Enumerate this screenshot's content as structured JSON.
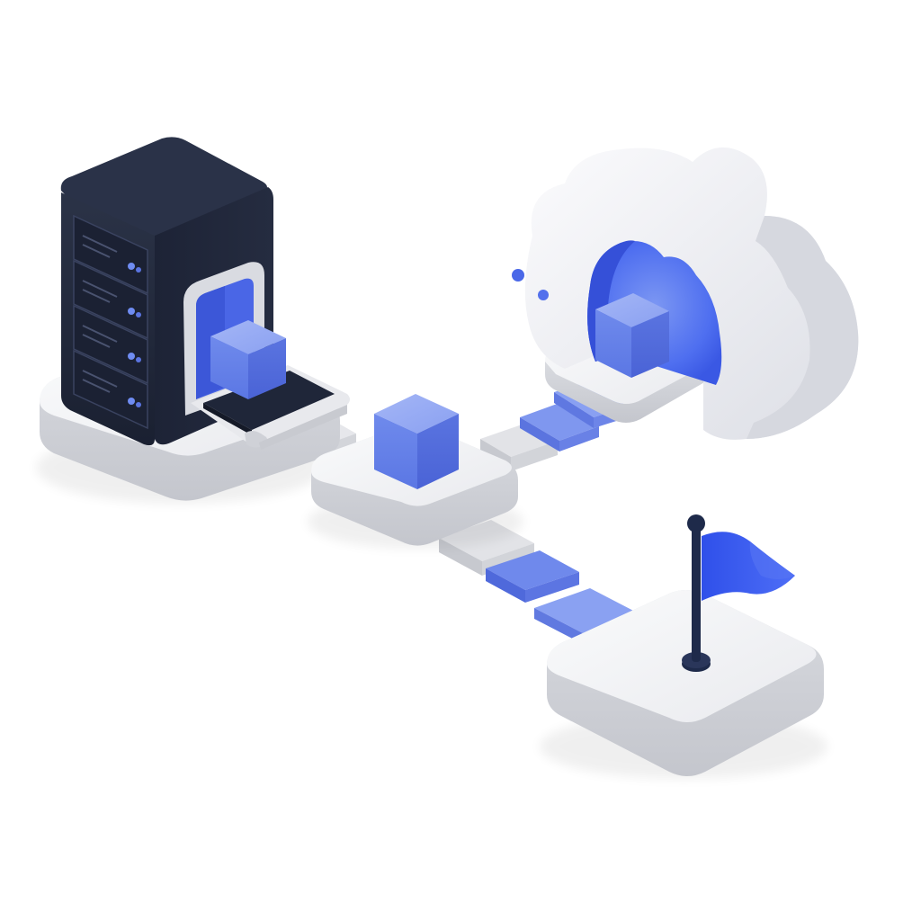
{
  "illustration": {
    "subject": "server-to-cloud-to-destination-data-pipeline",
    "background_color": "#ffffff",
    "elements": {
      "server": {
        "icon": "server-rack-icon",
        "drive_bays": 4,
        "status_lights": 4
      },
      "conveyor": {
        "icon": "conveyor-icon"
      },
      "cloud": {
        "icon": "cloud-icon",
        "floating_dots": 2
      },
      "destination": {
        "icon": "flag-icon"
      },
      "data_packets": {
        "icon": "cube-icon",
        "count": 3
      },
      "path_tiles": {
        "gray": 3,
        "blue": 4
      }
    },
    "colors": {
      "server_body": "#1f2639",
      "server_front": "#262e44",
      "accent_blue": "#5e7ee8",
      "deep_blue": "#3f5ff0",
      "platform_top": "#f1f2f5",
      "platform_side": "#d3d5db",
      "tile_gray": "#d6d7dc",
      "flag_blue": "#3a5cf2",
      "pole_navy": "#1e2a4a",
      "cloud_white": "#f4f5f8"
    }
  }
}
